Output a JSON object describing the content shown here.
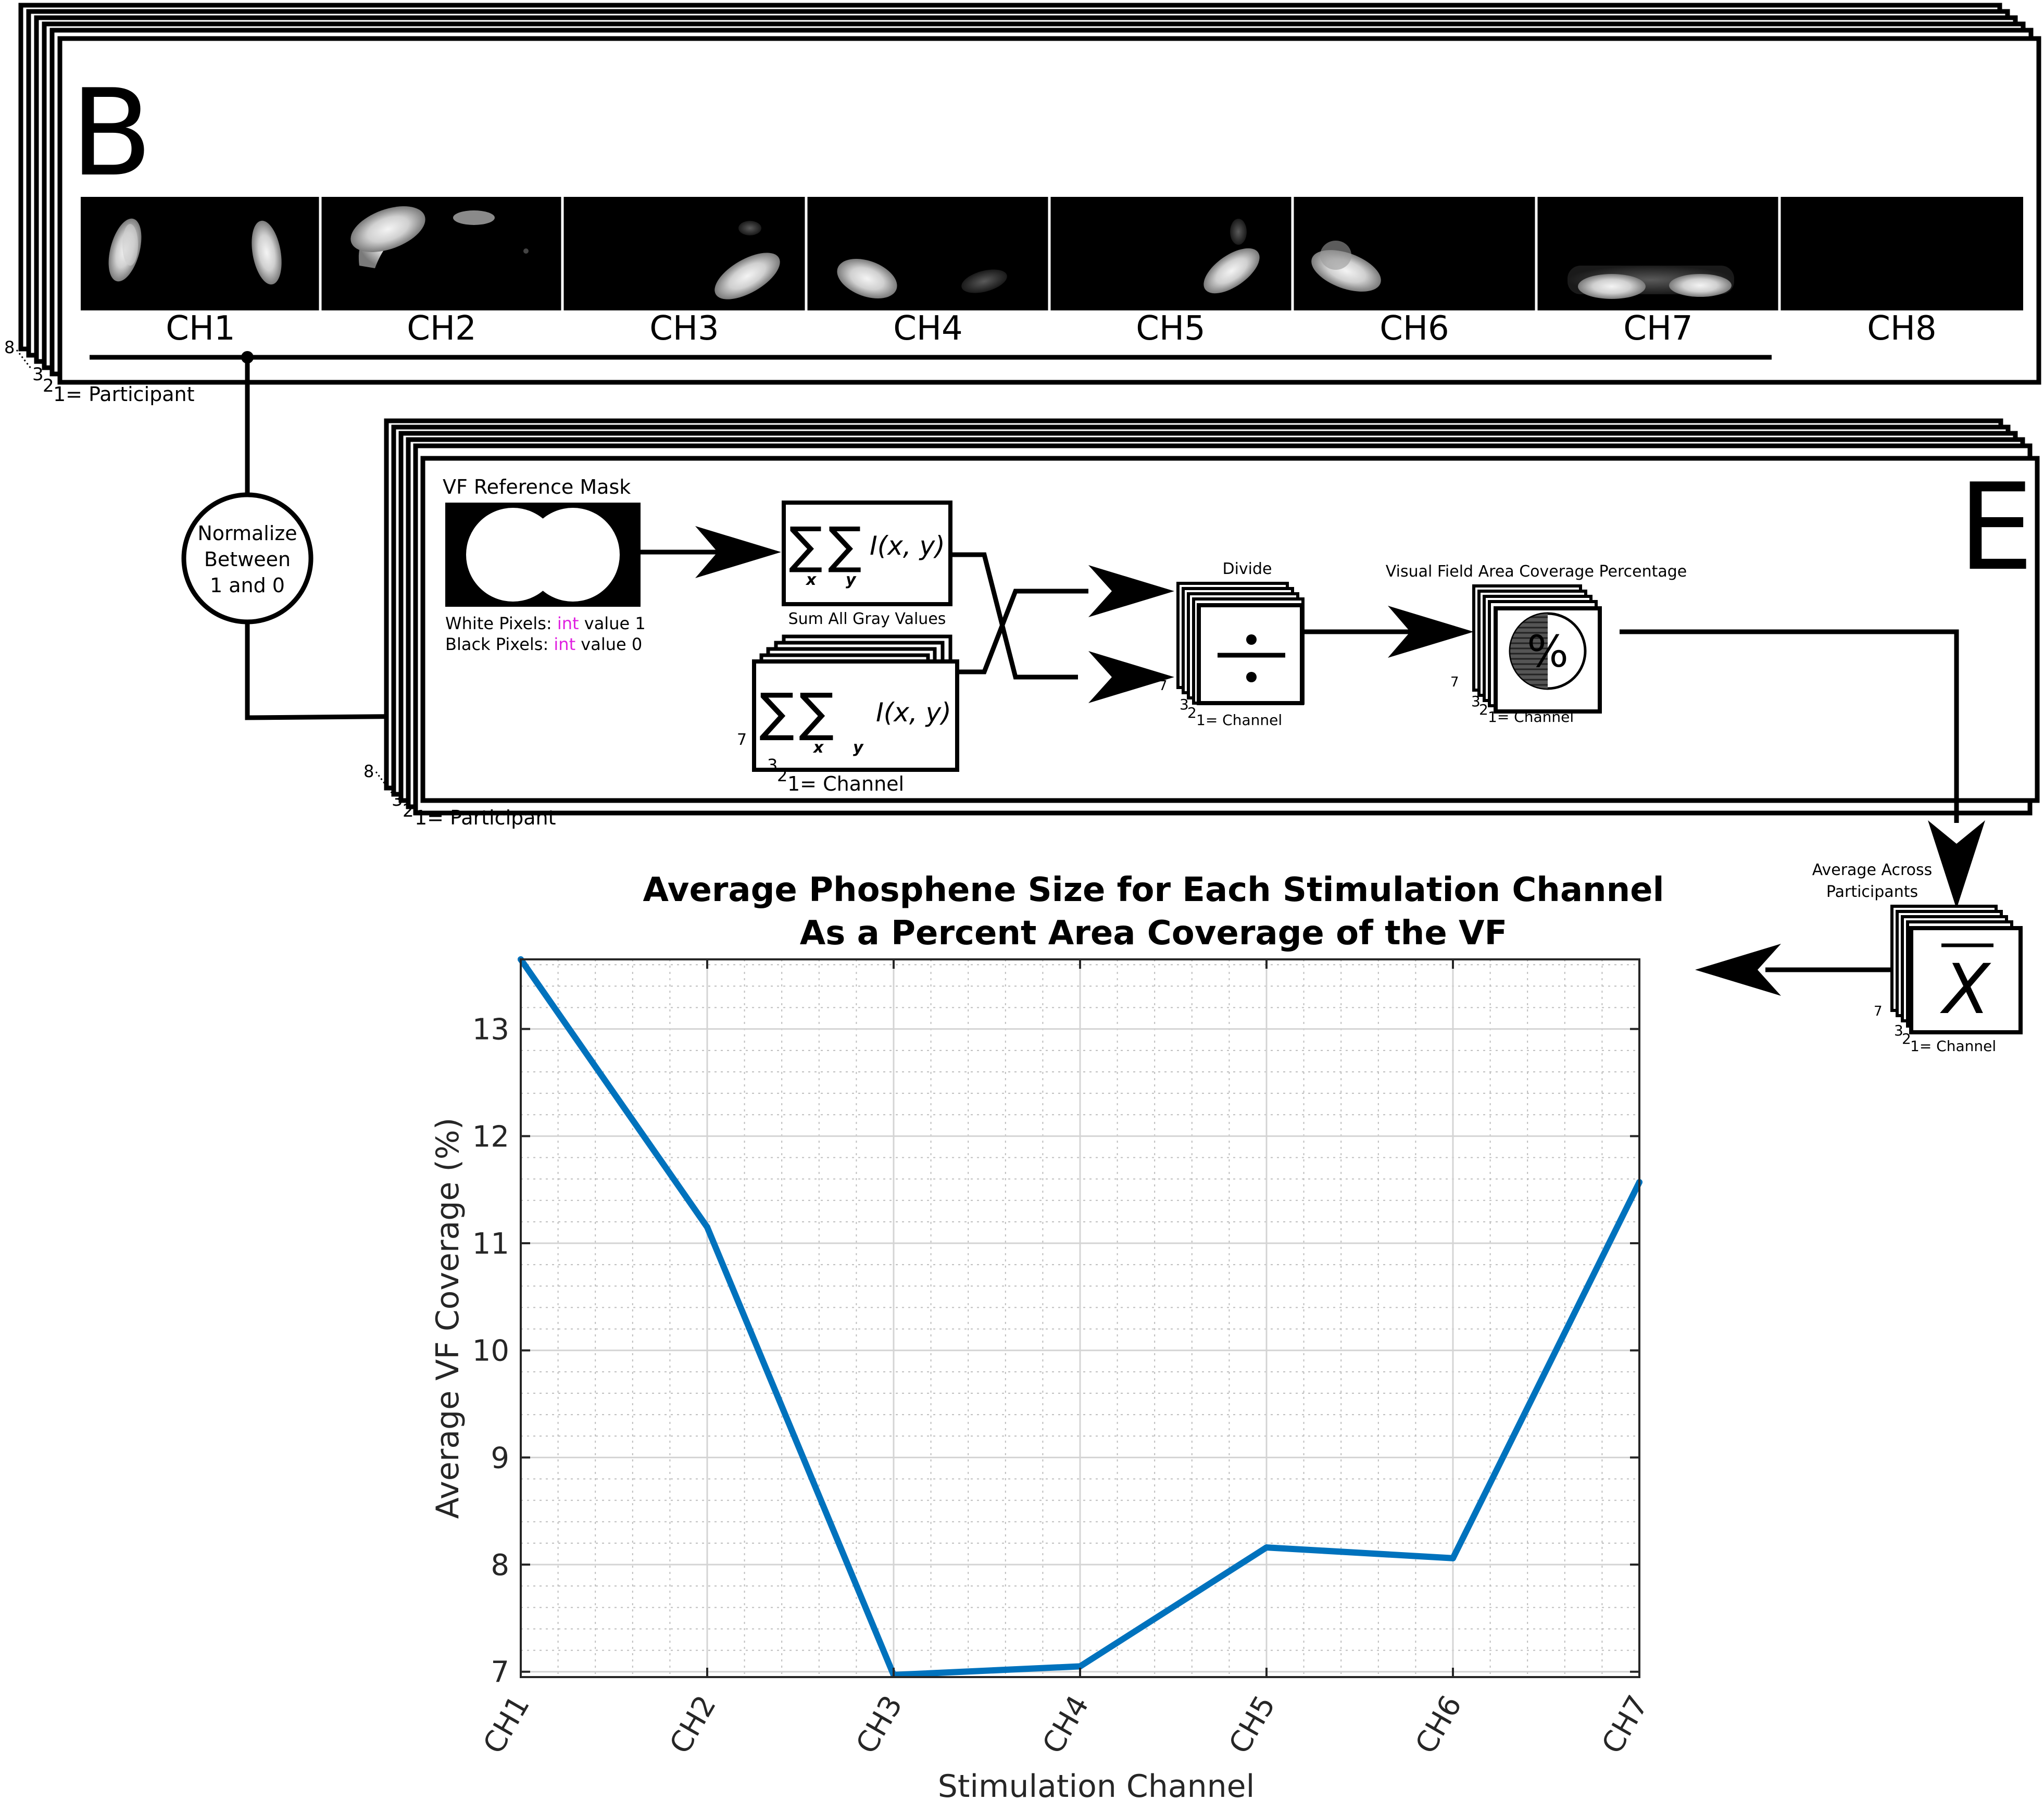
{
  "panel_b": {
    "label": "B",
    "channels": [
      "CH1",
      "CH2",
      "CH3",
      "CH4",
      "CH5",
      "CH6",
      "CH7",
      "CH8"
    ],
    "stack_top": "8",
    "stack_mid_a": "3",
    "stack_mid_b": "2",
    "stack_bottom": "1= Participant"
  },
  "normalize": {
    "line1": "Normalize",
    "line2": "Between",
    "line3": "1 and 0"
  },
  "panel_e": {
    "label": "E",
    "mask_title": "VF Reference Mask",
    "white_pixels_a": "White Pixels: ",
    "white_pixels_b": "int",
    "white_pixels_c": " value 1",
    "black_pixels_a": "Black Pixels: ",
    "black_pixels_b": "int",
    "black_pixels_c": " value 0",
    "sum_label": "Sum All Gray Values",
    "sum_sigma": "∑",
    "sum_sub_x": "x",
    "sum_sub_y": "y",
    "sum_formula": "I(x, y)",
    "divide_label": "Divide",
    "percent_title": "Visual Field Area Coverage Percentage",
    "percent_symbol": "%",
    "stack_channel_top": "7",
    "stack_channel_a": "3",
    "stack_channel_b": "2",
    "stack_channel_bottom": "1= Channel",
    "stack_participant_top": "8",
    "stack_participant_a": "3",
    "stack_participant_b": "2",
    "stack_participant_bottom": "1= Participant"
  },
  "average": {
    "title_line1": "Average Across",
    "title_line2": "Participants",
    "symbol": "X",
    "stack_top": "7",
    "stack_a": "3",
    "stack_b": "2",
    "stack_bottom": "1= Channel"
  },
  "accent_color": "#0072BD",
  "int_color": "#e020e0",
  "chart_data": {
    "type": "line",
    "title_line1": "Average Phosphene Size for Each Stimulation Channel",
    "title_line2": "As a Percent Area Coverage of the VF",
    "xlabel": "Stimulation Channel",
    "ylabel": "Average VF Coverage (%)",
    "categories": [
      "CH1",
      "CH2",
      "CH3",
      "CH4",
      "CH5",
      "CH6",
      "CH7"
    ],
    "series": [
      {
        "values": [
          13.65,
          11.15,
          6.97,
          7.05,
          8.16,
          8.06,
          11.57
        ],
        "color": "#0072BD"
      }
    ],
    "ylim": [
      6.95,
      13.65
    ],
    "yticks": [
      7,
      8,
      9,
      10,
      11,
      12,
      13
    ],
    "grid": true,
    "minor_grid": true
  }
}
